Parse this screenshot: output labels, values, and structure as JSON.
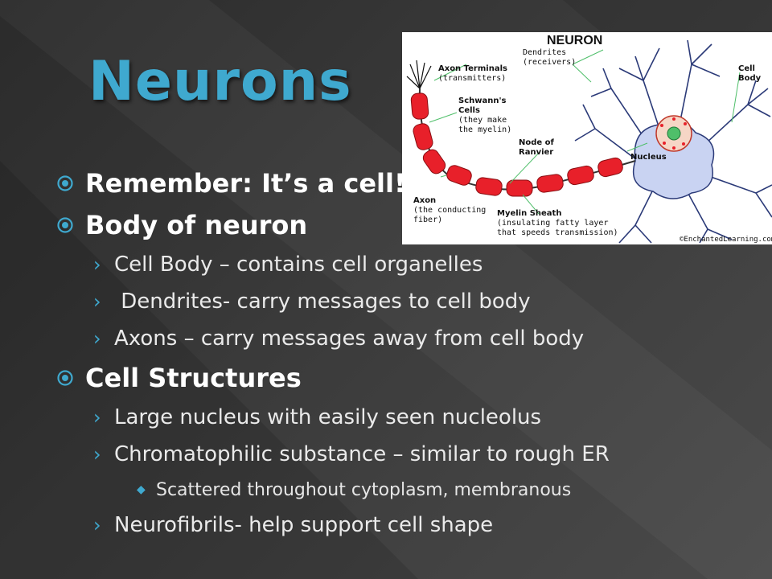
{
  "slide": {
    "title": "Neurons",
    "bullets": [
      {
        "text": "Remember: It’s a cell!",
        "children": []
      },
      {
        "text": "Body of neuron",
        "children": [
          {
            "text": "Cell Body – contains cell organelles",
            "children": []
          },
          {
            "text": " Dendrites- carry messages to cell body",
            "children": []
          },
          {
            "text": "Axons – carry messages away from cell body",
            "children": []
          }
        ]
      },
      {
        "text": "Cell Structures",
        "children": [
          {
            "text": "Large nucleus with easily seen nucleolus",
            "children": []
          },
          {
            "text": "Chromatophilic substance – similar to rough ER",
            "children": [
              {
                "text": "Scattered throughout cytoplasm, membranous"
              }
            ]
          },
          {
            "text": "Neurofibrils- help support cell shape",
            "children": []
          }
        ]
      }
    ]
  },
  "diagram": {
    "title": "NEURON",
    "labels": {
      "dendrites_line1": "Dendrites",
      "dendrites_line2": "(receivers)",
      "axon_terminals_line1": "Axon Terminals",
      "axon_terminals_line2": "(transmitters)",
      "cell_body_line1": "Cell",
      "cell_body_line2": "Body",
      "schwann_line1": "Schwann's",
      "schwann_line2": "Cells",
      "schwann_line3": "(they make",
      "schwann_line4": "the myelin)",
      "node_line1": "Node of",
      "node_line2": "Ranvier",
      "nucleus": "Nucleus",
      "axon_line1": "Axon",
      "axon_line2": "(the conducting",
      "axon_line3": "fiber)",
      "myelin_line1": "Myelin Sheath",
      "myelin_line2": "(insulating fatty layer",
      "myelin_line3": "that speeds transmission)",
      "credit": "©EnchantedLearning.com"
    }
  },
  "colors": {
    "title": "#3fa9cf",
    "accent": "#3fa9cf",
    "text": "#ffffff",
    "myelin": "#e8202a",
    "cell_body": "#c9d3f2"
  }
}
